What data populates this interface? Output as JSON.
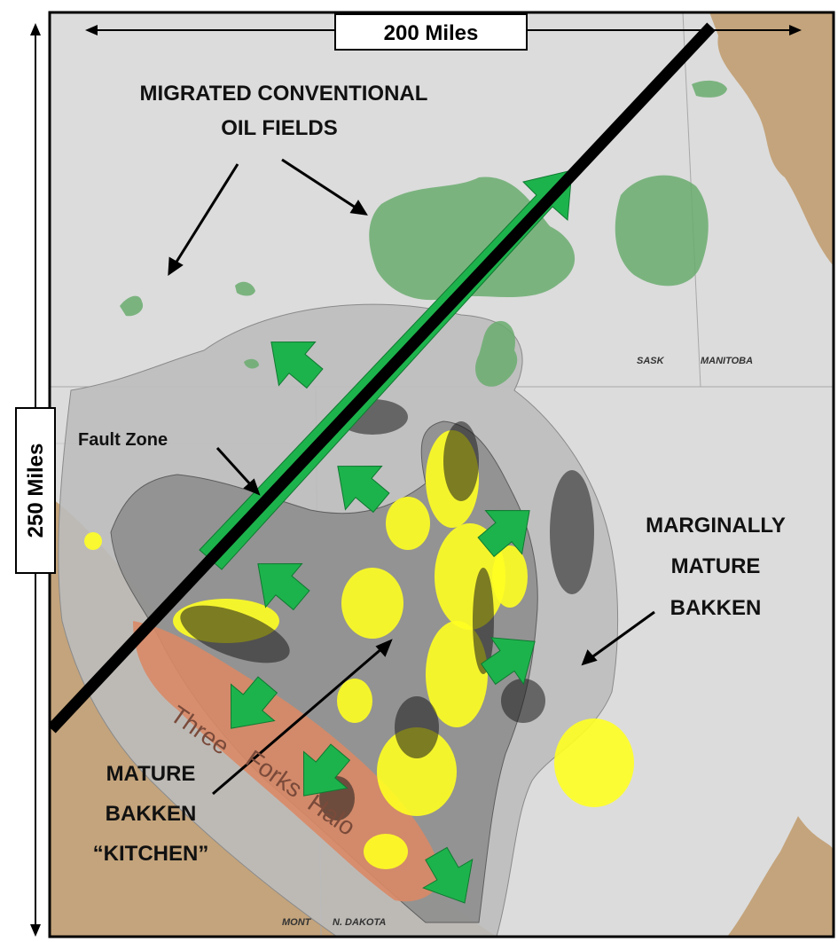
{
  "scale": {
    "horizontal_label": "200 Miles",
    "vertical_label": "250 Miles"
  },
  "labels": {
    "migrated_line1": "MIGRATED CONVENTIONAL",
    "migrated_line2": "OIL FIELDS",
    "fault_zone": "Fault Zone",
    "marginally_line1": "MARGINALLY",
    "marginally_line2": "MATURE",
    "marginally_line3": "BAKKEN",
    "mature_line1": "MATURE",
    "mature_line2": "BAKKEN",
    "mature_line3": "“KITCHEN”",
    "halo_word1": "Three",
    "halo_word2": "Forks",
    "halo_word3": "Halo"
  },
  "regions": {
    "sask": "SASK",
    "manitoba": "MANITOBA",
    "mont": "MONT",
    "n_dakota": "N. DAKOTA"
  },
  "colors": {
    "land_light": "#dcdcdc",
    "land_brown": "#c4a47c",
    "basin_gray": "#bdbdbd",
    "mature_gray": "#8e8e8e",
    "halo_orange": "#d98a66",
    "oil_green": "#6aab6e",
    "arrow_green": "#1db34c",
    "well_yellow": "#ffff22",
    "well_black": "#1a1a1a",
    "fault_black": "#000000"
  }
}
